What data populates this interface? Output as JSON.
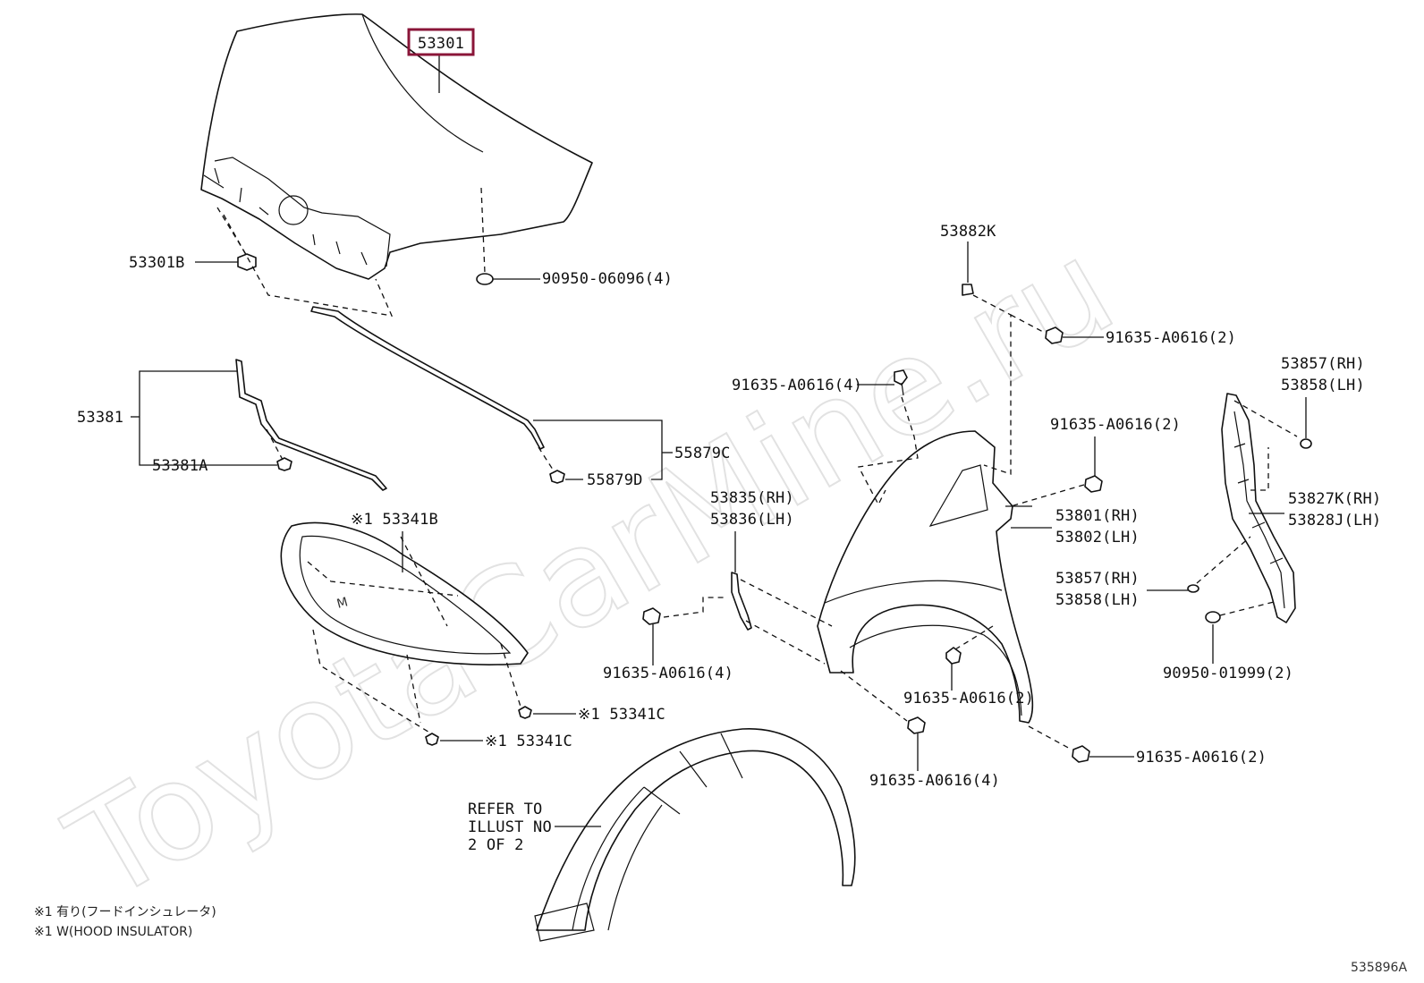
{
  "watermark": "ToyotaCarMine.ru",
  "highlight_color": "#8a1538",
  "labels": {
    "p53301": "53301",
    "p53301B": "53301B",
    "p90950_06096": "90950-06096(4)",
    "p53381": "53381",
    "p53381A": "53381A",
    "p55879C": "55879C",
    "p55879D": "55879D",
    "p53341B": "53341B",
    "p53341C_a": "53341C",
    "p53341C_b": "53341C",
    "mark1": "※1",
    "p53882K": "53882K",
    "p91635_a": "91635-A0616(2)",
    "p91635_b": "91635-A0616(4)",
    "p91635_c": "91635-A0616(2)",
    "p53857_top_rh": "53857(RH)",
    "p53858_top_lh": "53858(LH)",
    "p53827K": "53827K(RH)",
    "p53828J": "53828J(LH)",
    "p53835": "53835(RH)",
    "p53836": "53836(LH)",
    "p53801": "53801(RH)",
    "p53802": "53802(LH)",
    "p53857_mid_rh": "53857(RH)",
    "p53858_mid_lh": "53858(LH)",
    "p91635_d": "91635-A0616(4)",
    "p91635_e": "91635-A0616(2)",
    "p90950_01999": "90950-01999(2)",
    "p91635_f": "91635-A0616(4)",
    "p91635_g": "91635-A0616(2)",
    "refer_1": "REFER TO",
    "refer_2": "ILLUST NO",
    "refer_3": "2 OF 2"
  },
  "notes": {
    "line1": "※1 有り(フードインシュレータ)",
    "line2": "※1 W(HOOD INSULATOR)"
  },
  "illustration_code": "535896A"
}
